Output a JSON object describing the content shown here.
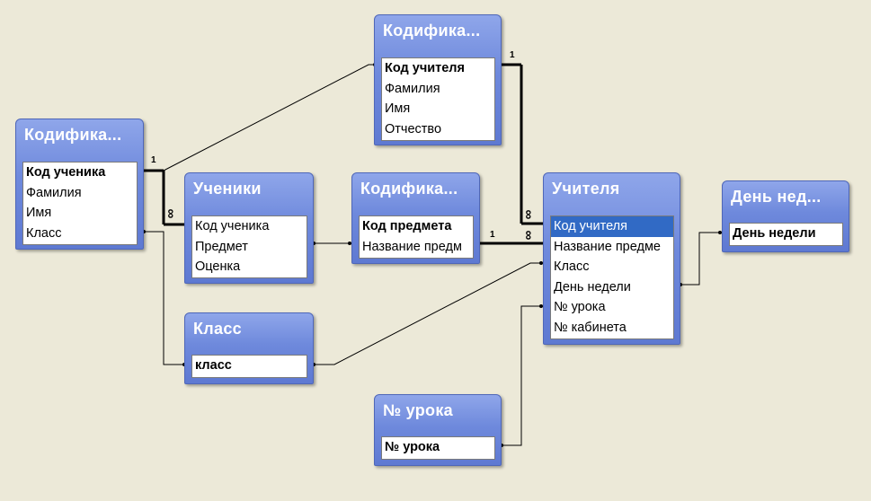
{
  "tables": {
    "kod_uchitelya_tbl": {
      "title": "Кодифика...",
      "fields": [
        "Код учителя",
        "Фамилия",
        "Имя",
        "Отчество"
      ]
    },
    "kod_uchenika_tbl": {
      "title": "Кодифика...",
      "fields": [
        "Код ученика",
        "Фамилия",
        "Имя",
        "Класс"
      ]
    },
    "ucheniki": {
      "title": "Ученики",
      "fields": [
        "Код ученика",
        "Предмет",
        "Оценка"
      ]
    },
    "kod_predmeta_tbl": {
      "title": "Кодифика...",
      "fields": [
        "Код предмета",
        "Название предм"
      ]
    },
    "uchitelya": {
      "title": "Учителя",
      "fields": [
        "Код учителя",
        "Название предме",
        "Класс",
        "День недели",
        "№ урока",
        "№ кабинета"
      ]
    },
    "den_nedeli": {
      "title": "День нед...",
      "fields": [
        "День недели"
      ]
    },
    "klass": {
      "title": "Класс",
      "fields": [
        "класс"
      ]
    },
    "nomer_uroka": {
      "title": "№ урока",
      "fields": [
        "№ урока"
      ]
    }
  },
  "relationship_labels": {
    "one": "1",
    "many": "∞"
  },
  "colors": {
    "background": "#ECE9D8",
    "title_bar": "#6E89DC",
    "selection": "#316AC5"
  }
}
